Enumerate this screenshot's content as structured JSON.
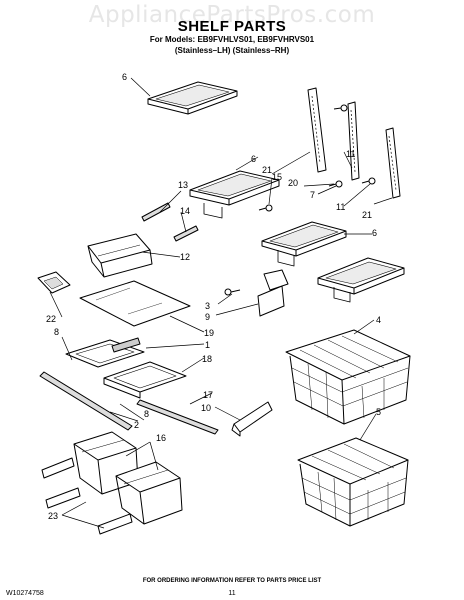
{
  "watermark": "AppliancePartsPros.com",
  "header": {
    "title": "SHELF PARTS",
    "models": "For Models: EB9FVHLVS01, EB9FVHRVS01",
    "variants": "(Stainless–LH)  (Stainless–RH)"
  },
  "labels": {
    "l1": "1",
    "l2": "2",
    "l3": "3",
    "l4": "4",
    "l5": "5",
    "l6a": "6",
    "l6b": "6",
    "l6c": "6",
    "l7": "7",
    "l8a": "8",
    "l8b": "8",
    "l9": "9",
    "l10": "10",
    "l11a": "11",
    "l11b": "11",
    "l12": "12",
    "l13": "13",
    "l14": "14",
    "l15": "15",
    "l16": "16",
    "l17": "17",
    "l18": "18",
    "l19": "19",
    "l20": "20",
    "l21a": "21",
    "l21b": "21",
    "l22": "22",
    "l23": "23"
  },
  "footer": {
    "order_note": "FOR ORDERING INFORMATION REFER TO PARTS PRICE LIST",
    "doc_code": "W10274758",
    "page": "11"
  }
}
